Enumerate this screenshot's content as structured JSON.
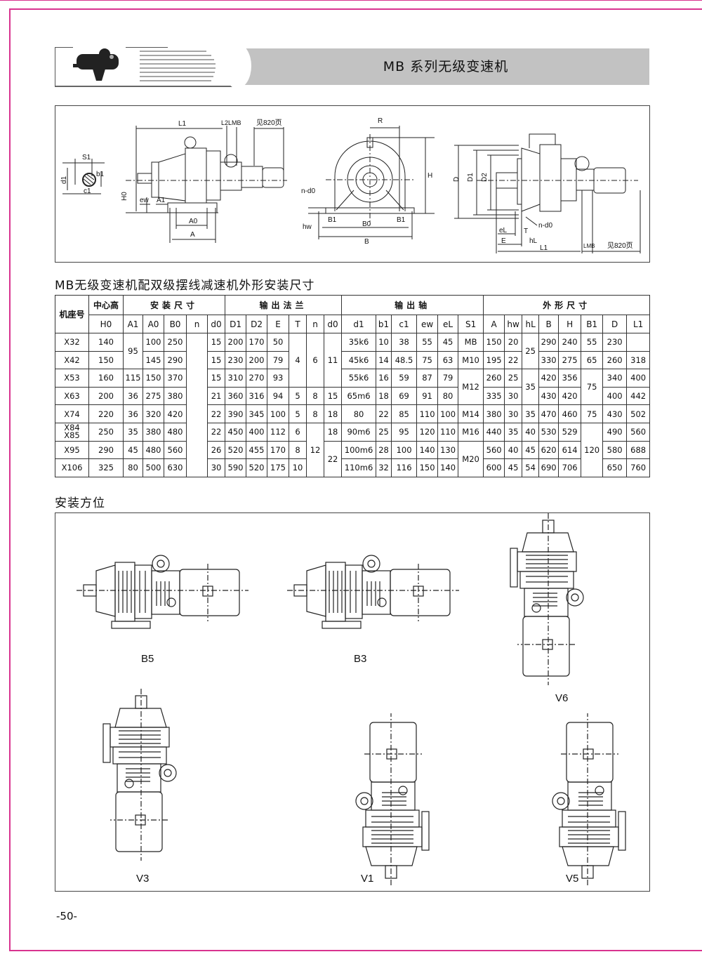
{
  "header": {
    "title": "MB 系列无级变速机"
  },
  "drawing_labels": {
    "s1": "S1",
    "d1": "d1",
    "b1": "b1",
    "c1": "c1",
    "L1": "L1",
    "L2LMB": "L2LMB",
    "see820": "见820页",
    "H0": "H0",
    "ew": "ew",
    "A1": "A1",
    "A0": "A0",
    "A": "A",
    "R": "R",
    "H": "H",
    "nd0": "n-d0",
    "hw": "hw",
    "B1": "B1",
    "B0": "B0",
    "B": "B",
    "D": "D",
    "D1": "D1",
    "D2": "D2",
    "eL": "eL",
    "T": "T",
    "nd0b": "n-d0",
    "E": "E",
    "hL": "hL",
    "L1b": "L1",
    "LMB": "LMB",
    "see820b": "见820页"
  },
  "table_title": "MB无级变速机配双级摆线减速机外形安装尺寸",
  "table": {
    "corner": "机座号",
    "groups": [
      "中心高",
      "安装尺寸",
      "输出法兰",
      "输出轴",
      "外形尺寸"
    ],
    "columns": [
      "H0",
      "A1",
      "A0",
      "B0",
      "n",
      "d0",
      "D1",
      "D2",
      "E",
      "T",
      "n",
      "d0",
      "d1",
      "b1",
      "c1",
      "ew",
      "eL",
      "S1",
      "A",
      "hw",
      "hL",
      "B",
      "H",
      "B1",
      "D",
      "L1"
    ],
    "rows": [
      [
        "X32",
        "140",
        "95",
        "100",
        "250",
        "",
        "15",
        "200",
        "170",
        "50",
        "4",
        "6",
        "11",
        "35k6",
        "10",
        "38",
        "55",
        "45",
        "MB",
        "150",
        "20",
        "25",
        "290",
        "240",
        "55",
        "230",
        ""
      ],
      [
        "X42",
        "150",
        null,
        "145",
        "290",
        null,
        "15",
        "230",
        "200",
        "79",
        null,
        null,
        null,
        "45k6",
        "14",
        "48.5",
        "75",
        "63",
        "M10",
        "195",
        "22",
        null,
        "330",
        "275",
        "65",
        "260",
        "318"
      ],
      [
        "X53",
        "160",
        "115",
        "150",
        "370",
        null,
        "15",
        "310",
        "270",
        "93",
        null,
        null,
        null,
        "55k6",
        "16",
        "59",
        "87",
        "79",
        "M12",
        "260",
        "25",
        "35",
        "420",
        "356",
        "75",
        "340",
        "400"
      ],
      [
        "X63",
        "200",
        "36",
        "275",
        "380",
        null,
        "21",
        "360",
        "316",
        "94",
        "5",
        "8",
        "15",
        "65m6",
        "18",
        "69",
        "91",
        "80",
        null,
        "335",
        "30",
        null,
        "430",
        "420",
        null,
        "400",
        "442"
      ],
      [
        "X74",
        "220",
        "36",
        "320",
        "420",
        null,
        "22",
        "390",
        "345",
        "100",
        "5",
        "8",
        "18",
        "80",
        "22",
        "85",
        "110",
        "100",
        "M14",
        "380",
        "30",
        "35",
        "470",
        "460",
        "75",
        "430",
        "502"
      ],
      [
        "X84\nX85",
        "250",
        "35",
        "380",
        "480",
        null,
        "22",
        "450",
        "400",
        "112",
        "6",
        "12",
        "18",
        "90m6",
        "25",
        "95",
        "120",
        "110",
        "M16",
        "440",
        "35",
        "40",
        "530",
        "529",
        "120",
        "490",
        "560"
      ],
      [
        "X95",
        "290",
        "45",
        "480",
        "560",
        null,
        "26",
        "520",
        "455",
        "170",
        "8",
        null,
        "22",
        "100m6",
        "28",
        "100",
        "140",
        "130",
        "M20",
        "560",
        "40",
        "45",
        "620",
        "614",
        null,
        "580",
        "688"
      ],
      [
        "X106",
        "325",
        "80",
        "500",
        "630",
        null,
        "30",
        "590",
        "520",
        "175",
        "10",
        null,
        null,
        "110m6",
        "32",
        "116",
        "150",
        "140",
        null,
        "600",
        "45",
        "54",
        "690",
        "706",
        null,
        "650",
        "760"
      ]
    ]
  },
  "mounting": {
    "title": "安装方位",
    "positions": [
      "B5",
      "B3",
      "V6",
      "V3",
      "V1",
      "V5"
    ]
  },
  "page_number": "-50-"
}
